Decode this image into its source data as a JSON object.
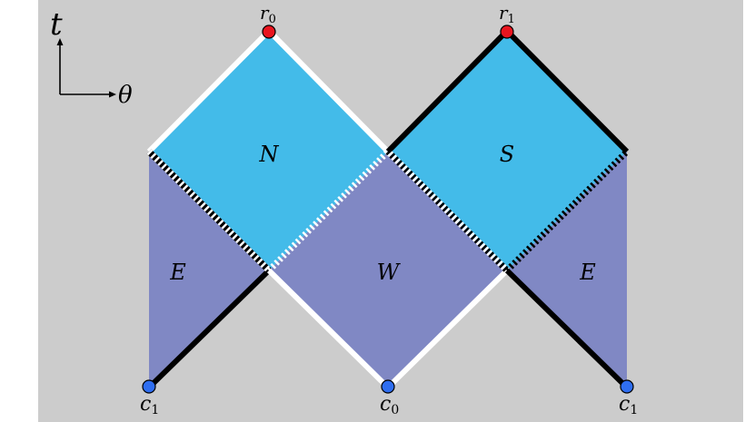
{
  "colors": {
    "background": "#cccccc",
    "page": "#ffffff",
    "region_light": "#43bbe9",
    "region_dark": "#8088c4",
    "edge_white": "#ffffff",
    "edge_black": "#000000",
    "point_red": "#e8151f",
    "point_blue": "#2f6ef0"
  },
  "axes": {
    "t_label": "t",
    "theta_label": "θ"
  },
  "regions": {
    "N": "N",
    "S": "S",
    "W": "W",
    "E_left": "E",
    "E_right": "E"
  },
  "points": {
    "r0": {
      "base": "r",
      "sub": "0"
    },
    "r1": {
      "base": "r",
      "sub": "1"
    },
    "c0": {
      "base": "c",
      "sub": "0"
    },
    "c1_left": {
      "base": "c",
      "sub": "1"
    },
    "c1_right": {
      "base": "c",
      "sub": "1"
    }
  }
}
